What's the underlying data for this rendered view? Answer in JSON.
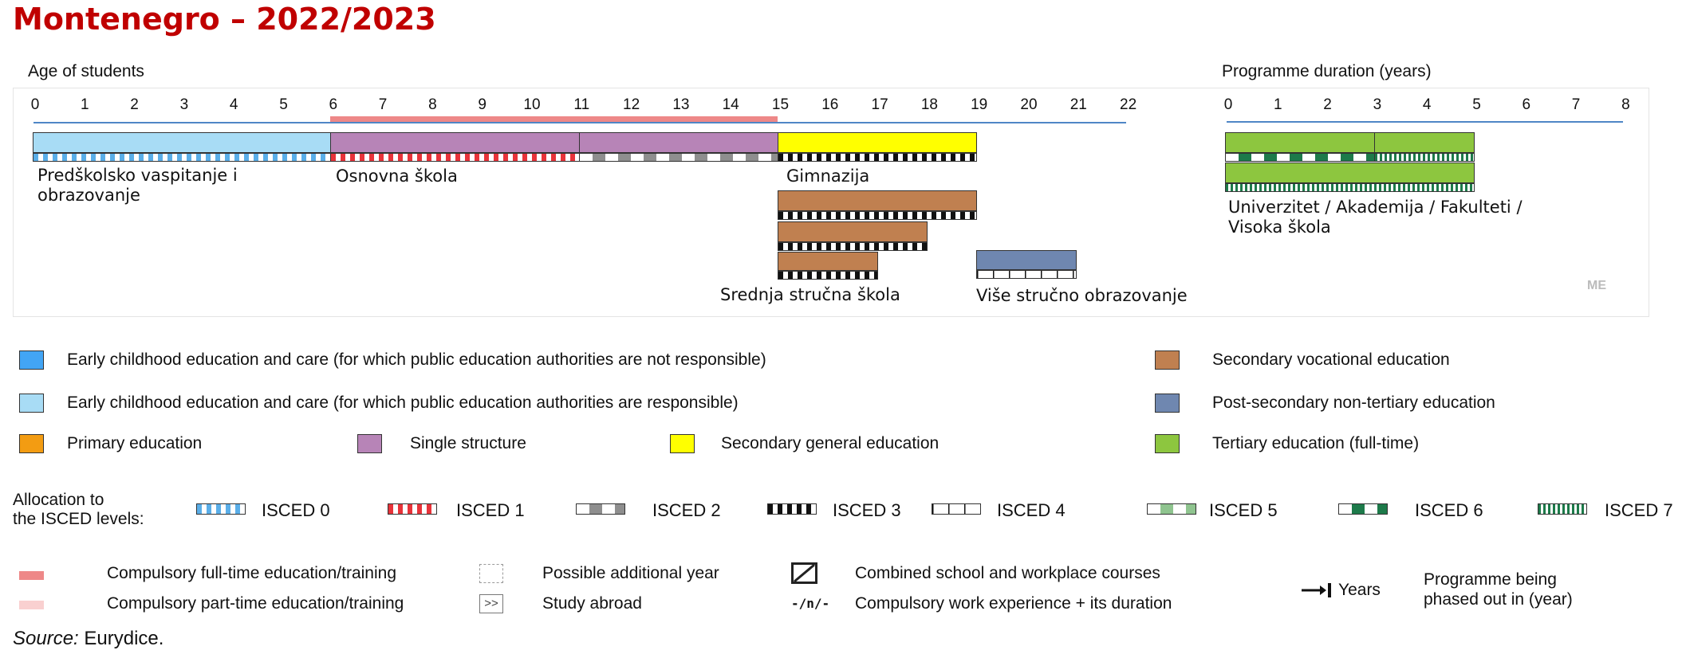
{
  "title": "Montenegro – 2022/2023",
  "age_axis": {
    "label": "Age of students",
    "ticks": [
      "0",
      "1",
      "2",
      "3",
      "4",
      "5",
      "6",
      "7",
      "8",
      "9",
      "10",
      "11",
      "12",
      "13",
      "14",
      "15",
      "16",
      "17",
      "18",
      "19",
      "20",
      "21",
      "22"
    ],
    "compulsory_full_time": [
      6,
      15
    ]
  },
  "duration_axis": {
    "label": "Programme duration (years)",
    "ticks": [
      "0",
      "1",
      "2",
      "3",
      "4",
      "5",
      "6",
      "7",
      "8"
    ]
  },
  "country_code": "ME",
  "colors": {
    "ecec_not_responsible": "#42a5f5",
    "ecec_responsible": "#a8dcf5",
    "primary": "#f39c12",
    "single_structure": "#b784b7",
    "secondary_general": "#ffff00",
    "secondary_vocational": "#c08050",
    "post_secondary": "#6f87b0",
    "tertiary": "#8dc63f",
    "compulsory_full": "#ee8888",
    "compulsory_part": "#f9d0d0",
    "axis": "#4f86c6",
    "title": "#c00000"
  },
  "programmes": [
    {
      "name": "Predškolsko vaspitanje i obrazovanje",
      "line1": "Predškolsko vaspitanje i",
      "line2": "obrazovanje",
      "type": "ecec_responsible",
      "from": 0,
      "to": 6,
      "isced": "0"
    },
    {
      "name": "Osnovna škola",
      "type": "single_structure",
      "from": 6,
      "to": 15,
      "isced_segments": [
        {
          "level": "1",
          "from": 6,
          "to": 11
        },
        {
          "level": "2",
          "from": 11,
          "to": 15
        }
      ]
    },
    {
      "name": "Gimnazija",
      "type": "secondary_general",
      "from": 15,
      "to": 19,
      "isced": "3"
    },
    {
      "name": "Srednja stručna škola",
      "type": "secondary_vocational",
      "bars": [
        [
          15,
          19
        ],
        [
          15,
          18
        ],
        [
          15,
          17
        ]
      ],
      "isced": "3"
    },
    {
      "name": "Više stručno obrazovanje",
      "type": "post_secondary",
      "from": 19,
      "to": 21,
      "isced": "4"
    }
  ],
  "tertiary": {
    "line1": "Univerzitet / Akademija / Fakulteti /",
    "line2": "Visoka škola",
    "type": "tertiary",
    "bars": [
      {
        "segments": [
          {
            "level": "6",
            "from": 0,
            "to": 3
          },
          {
            "level": "7",
            "from": 3,
            "to": 5
          }
        ]
      },
      {
        "segments": [
          {
            "level": "7",
            "from": 0,
            "to": 5
          }
        ]
      }
    ]
  },
  "legend": {
    "ecec_not_responsible": "Early childhood education and care (for which public education authorities are not responsible)",
    "ecec_responsible": "Early childhood education and care (for which public education authorities are responsible)",
    "primary": "Primary education",
    "single_structure": "Single structure",
    "secondary_general": "Secondary general education",
    "secondary_vocational": "Secondary vocational education",
    "post_secondary": "Post-secondary non-tertiary education",
    "tertiary": "Tertiary education (full-time)"
  },
  "isced": {
    "label_line1": "Allocation to",
    "label_line2": "the ISCED levels:",
    "levels": [
      "ISCED 0",
      "ISCED 1",
      "ISCED 2",
      "ISCED 3",
      "ISCED 4",
      "ISCED 5",
      "ISCED 6",
      "ISCED 7"
    ]
  },
  "symbols": {
    "compulsory_full": "Compulsory full-time education/training",
    "compulsory_part": "Compulsory part-time education/training",
    "possible_year": "Possible additional year",
    "study_abroad": "Study abroad",
    "study_abroad_glyph": ">>",
    "combined": "Combined school and workplace courses",
    "work_experience": "Compulsory work experience + its duration",
    "work_glyph": "-/n/-",
    "years": "Years",
    "phased_line1": "Programme being",
    "phased_line2": "phased out in (year)"
  },
  "source_label": "Source:",
  "source_text": " Eurydice."
}
